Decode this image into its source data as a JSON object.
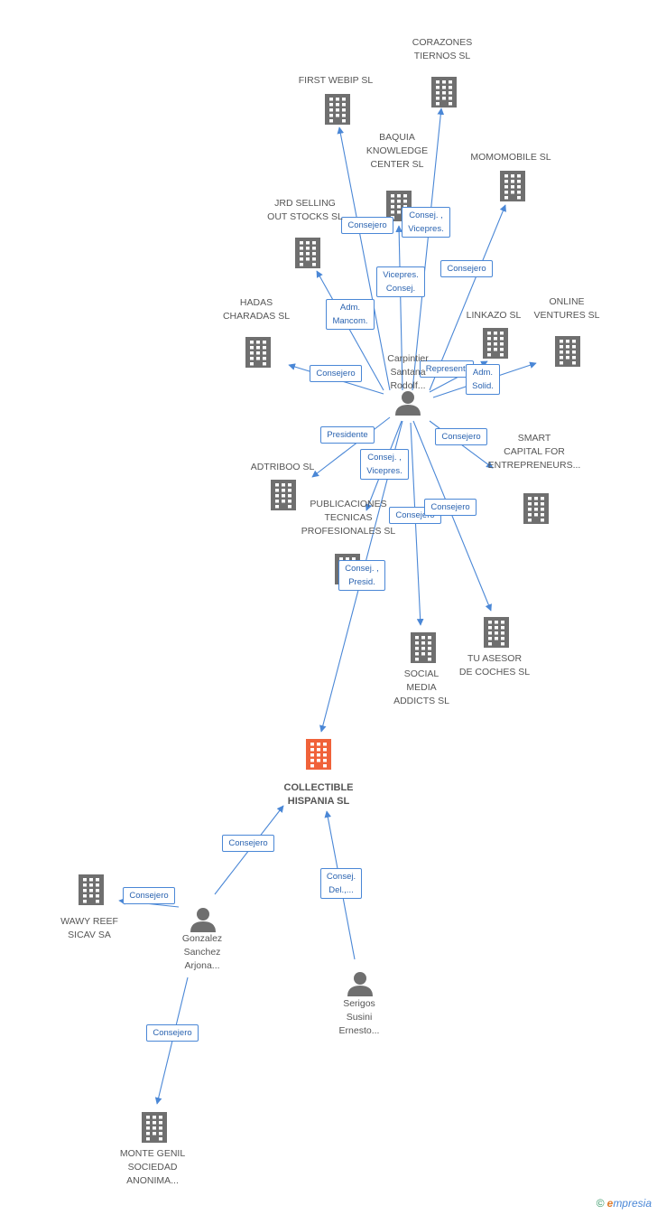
{
  "colors": {
    "edge": "#4a87d6",
    "building": "#6f6f6f",
    "focus_building": "#f0623a",
    "person": "#6f6f6f"
  },
  "nodes": {
    "collectible": {
      "label": "COLLECTIBLE\nHISPANIA SL",
      "icon": "building-icon-highlighted"
    },
    "carpintier": {
      "label": "Carpintier\nSantana\nRodolf...",
      "icon": "person-icon"
    },
    "first_webip": {
      "label": "FIRST WEBIP SL",
      "icon": "building-icon"
    },
    "corazones": {
      "label": "CORAZONES\nTIERNOS SL",
      "icon": "building-icon"
    },
    "baquia": {
      "label": "BAQUIA\nKNOWLEDGE\nCENTER SL",
      "icon": "building-icon"
    },
    "momomobile": {
      "label": "MOMOMOBILE SL",
      "icon": "building-icon"
    },
    "jrd": {
      "label": "JRD SELLING\nOUT STOCKS SL",
      "icon": "building-icon"
    },
    "hadas": {
      "label": "HADAS\nCHARADAS SL",
      "icon": "building-icon"
    },
    "linkazo": {
      "label": "LINKAZO SL",
      "icon": "building-icon"
    },
    "online": {
      "label": "ONLINE\nVENTURES SL",
      "icon": "building-icon"
    },
    "adtriboo": {
      "label": "ADTRIBOO  SL",
      "icon": "building-icon"
    },
    "smart": {
      "label": "SMART\nCAPITAL FOR\nENTREPRENEURS...",
      "icon": "building-icon"
    },
    "publicaciones": {
      "label": "PUBLICACIONES\nTECNICAS\nPROFESIONALES SL",
      "icon": "building-icon"
    },
    "social": {
      "label": "SOCIAL\nMEDIA\nADDICTS SL",
      "icon": "building-icon"
    },
    "tuasesor": {
      "label": "TU ASESOR\nDE COCHES SL",
      "icon": "building-icon"
    },
    "wawy": {
      "label": "WAWY REEF\nSICAV SA",
      "icon": "building-icon"
    },
    "gonzalez": {
      "label": "Gonzalez\nSanchez\nArjona...",
      "icon": "person-icon"
    },
    "serigos": {
      "label": "Serigos\nSusini\nErnesto...",
      "icon": "person-icon"
    },
    "montegenil": {
      "label": "MONTE GENIL\nSOCIEDAD\nANONIMA...",
      "icon": "building-icon"
    }
  },
  "edges": {
    "consejero_first": "Consejero",
    "consej_vicepres_corazones": "Consej. ,\nVicepres.",
    "consejero_momo": "Consejero",
    "vicepres_consej_baquia": "Vicepres.\nConsej.",
    "adm_mancom_jrd": "Adm.\nMancom.",
    "consejero_hadas": "Consejero",
    "represent_linkazo": "Represent.",
    "adm_solid_online": "Adm.\nSolid.",
    "presidente_adtriboo": "Presidente",
    "consejero_smart": "Consejero",
    "consej_vicepres_public": "Consej. ,\nVicepres.",
    "consejero_social": "Consejero",
    "consejero_tuasesor": "Consejero",
    "consej_presid_collectible": "Consej. ,\nPresid.",
    "consejero_gonzalez_collectible": "Consejero",
    "consejero_wawy": "Consejero",
    "consej_del_serigos": "Consej.\nDel.,...",
    "consejero_montegenil": "Consejero"
  },
  "footer": {
    "copyright": "©",
    "brand_first": "e",
    "brand_rest": "mpresia"
  }
}
